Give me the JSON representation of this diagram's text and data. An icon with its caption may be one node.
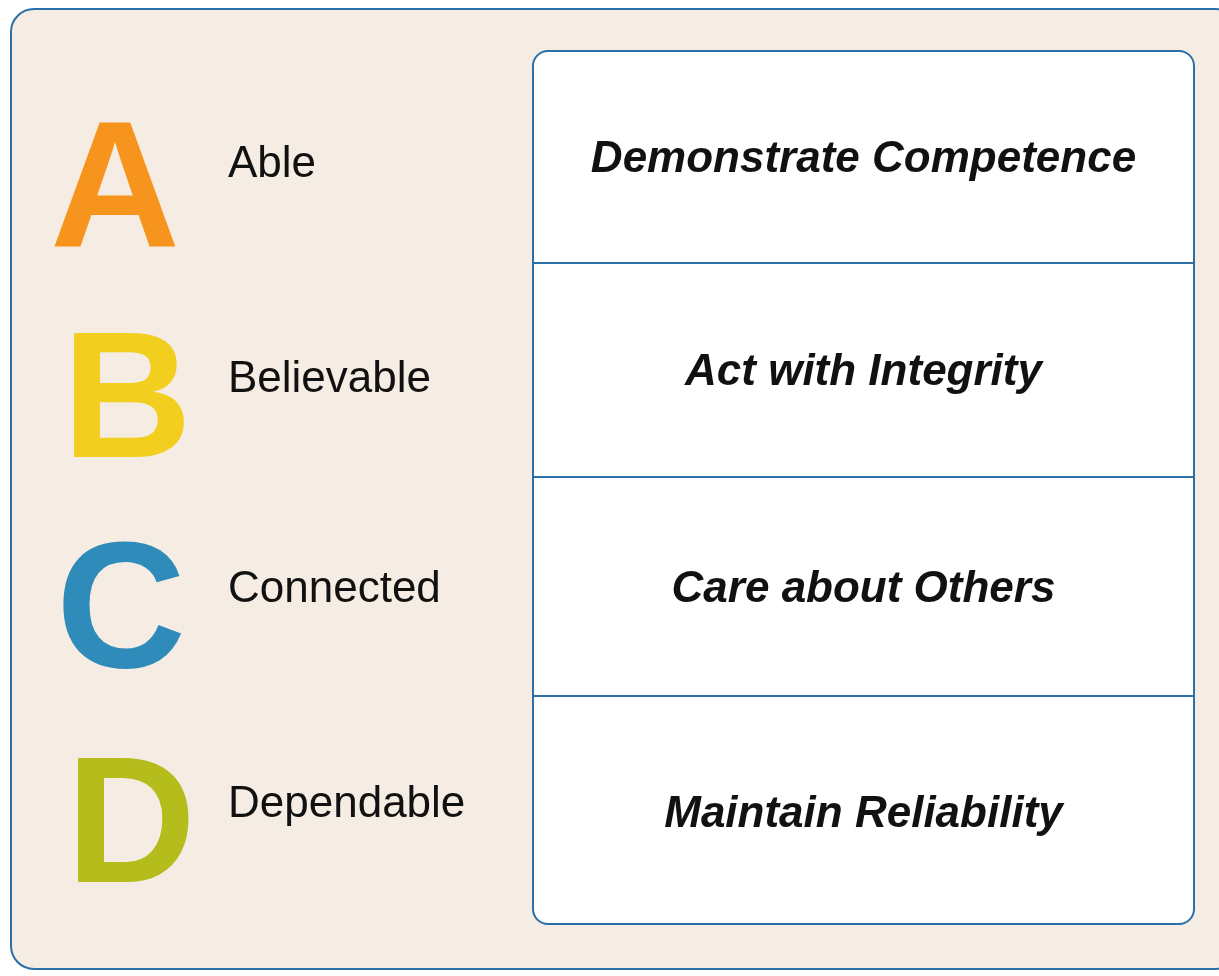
{
  "diagram": {
    "nodes": [
      {
        "text": [
          "Demonstrate Competence"
        ]
      },
      {
        "text": [
          "Act with Integrity"
        ]
      },
      {
        "text": [
          "Care about Others"
        ]
      },
      {
        "text": [
          "Maintain Reliability"
        ]
      }
    ],
    "labels": [
      "A",
      "Able",
      "B",
      "Believable",
      "C",
      "Connected",
      "D",
      "Dependable"
    ]
  }
}
